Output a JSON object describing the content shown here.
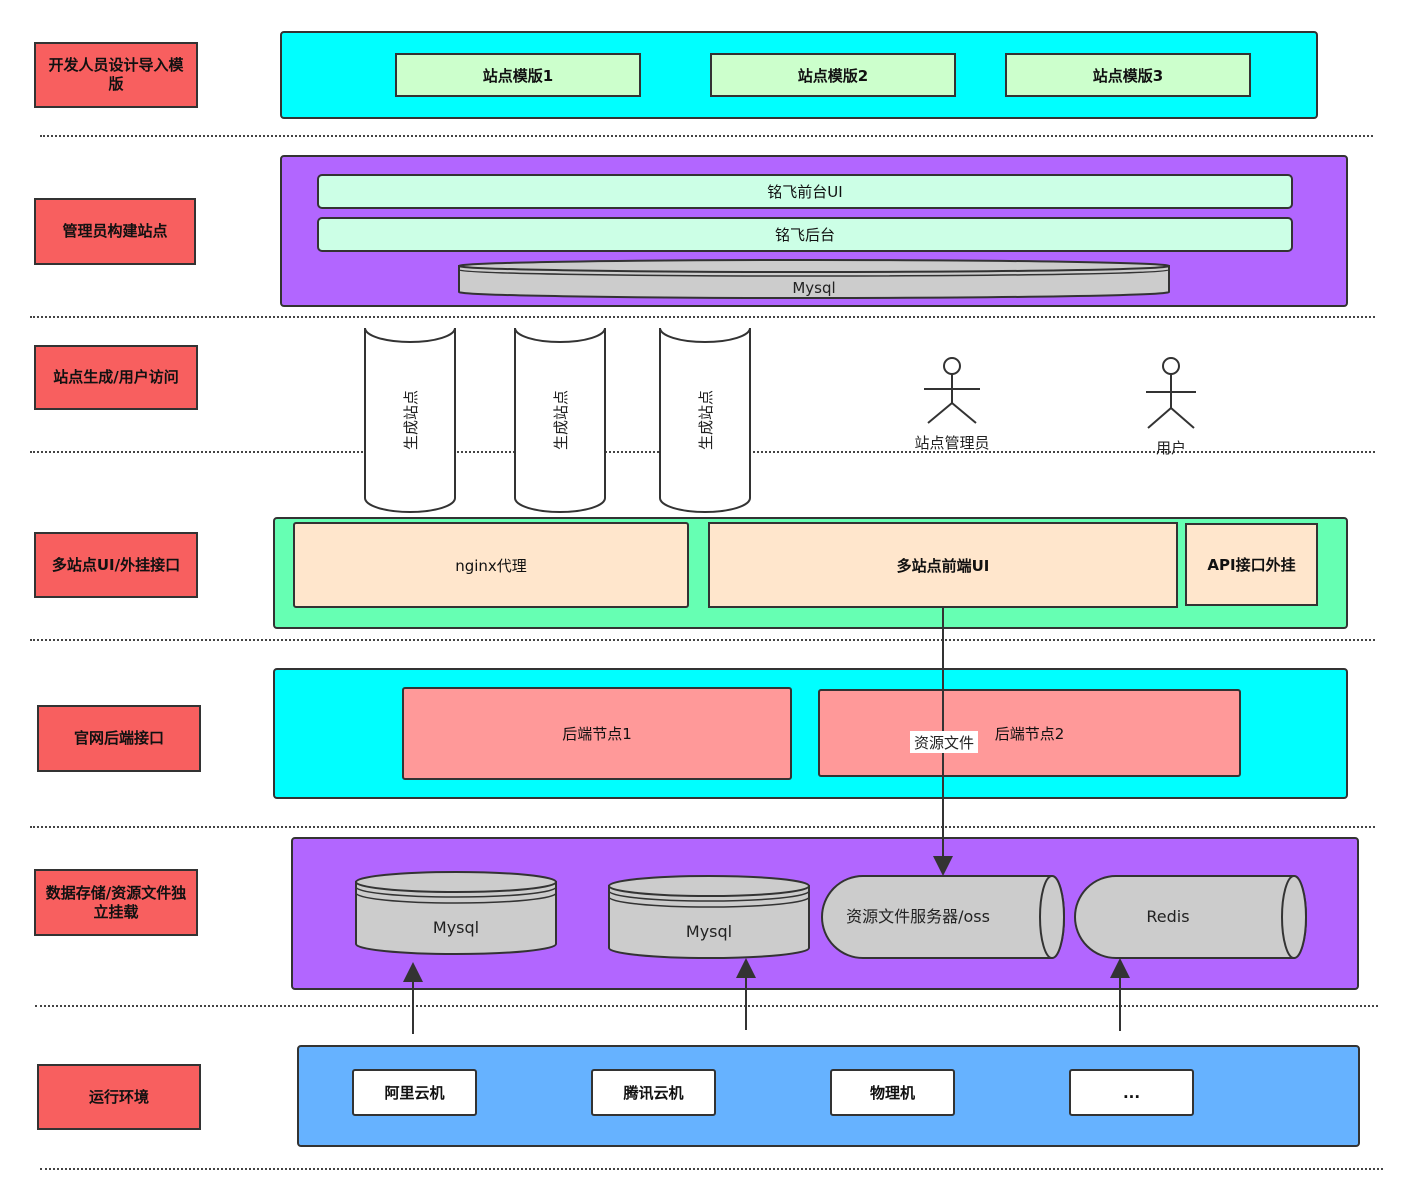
{
  "layers": [
    {
      "label": "开发人员设计导入模版"
    },
    {
      "label": "管理员构建站点"
    },
    {
      "label": "站点生成/用户访问"
    },
    {
      "label": "多站点UI/外挂接口"
    },
    {
      "label": "官网后端接口"
    },
    {
      "label": "数据存储/资源文件独立挂载"
    },
    {
      "label": "运行环境"
    }
  ],
  "templates": [
    "站点模版1",
    "站点模版2",
    "站点模版3"
  ],
  "admin": {
    "frontend": "铭飞前台UI",
    "backend": "铭飞后台",
    "db": "Mysql"
  },
  "generated_sites": [
    "生成站点",
    "生成站点",
    "生成站点"
  ],
  "actors": [
    "站点管理员",
    "用户"
  ],
  "ui_layer": {
    "nginx": "nginx代理",
    "frontend": "多站点前端UI",
    "api": "API接口外挂"
  },
  "backend_nodes": [
    "后端节点1",
    "后端节点2"
  ],
  "edge_label": "资源文件",
  "storage": {
    "mysql1": "Mysql",
    "mysql2": "Mysql",
    "oss": "资源文件服务器/oss",
    "redis": "Redis"
  },
  "environments": [
    "阿里云机",
    "腾讯云机",
    "物理机",
    "..."
  ],
  "colors": {
    "label": "#f85f5f",
    "cyan": "#00ffff",
    "purple": "#b266ff",
    "green": "#66ffb3",
    "blue": "#66b2ff",
    "peach": "#ffe6cc",
    "backend": "#ff9999",
    "db": "#cccccc"
  }
}
